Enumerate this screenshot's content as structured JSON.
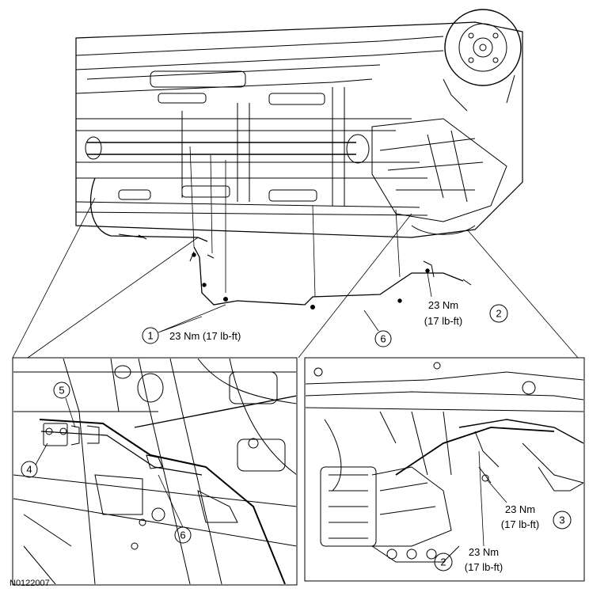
{
  "reference_id": "N0122007",
  "callouts": {
    "c1": {
      "number": "1",
      "torque_nm": "23 Nm (17 lb-ft)"
    },
    "c2_top": {
      "number": "2",
      "torque_nm": "23 Nm",
      "torque_lbft": "(17 lb-ft)"
    },
    "c6_top": {
      "number": "6"
    },
    "c5": {
      "number": "5"
    },
    "c4": {
      "number": "4"
    },
    "c6_inset": {
      "number": "6"
    },
    "c3": {
      "number": "3",
      "torque_nm": "23 Nm",
      "torque_lbft": "(17 lb-ft)"
    },
    "c2_inset": {
      "number": "2",
      "torque_nm": "23 Nm",
      "torque_lbft": "(17 lb-ft)"
    }
  }
}
